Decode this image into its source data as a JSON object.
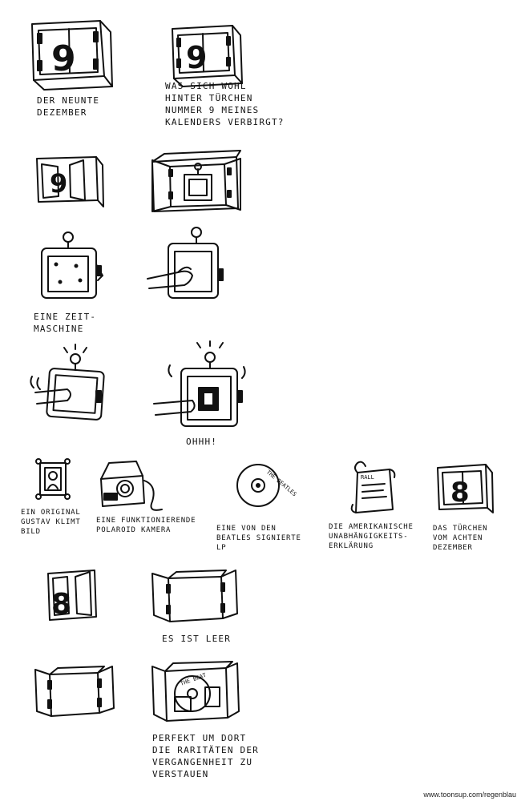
{
  "captions": {
    "p1": "DER NEUNTE\nDEZEMBER",
    "p2": "WAS SICH WOHL\nHINTER TÜRCHEN\nNUMMER 9 MEINES\nKALENDERS VERBIRGT?",
    "p5": "EINE ZEIT-\nMASCHINE",
    "p8": "OHHH!",
    "i1": "EIN ORIGINAL\nGUSTAV KLIMT\nBILD",
    "i2": "EINE FUNKTIONIERENDE\nPOLAROID KAMERA",
    "i3": "EINE VON DEN\nBEATLES SIGNIERTE\nLP",
    "i4": "DIE AMERIKANISCHE\nUNABHÄNGIGKEITS-\nERKLÄRUNG",
    "i5": "DAS TÜRCHEN\nVOM ACHTEN\nDEZEMBER",
    "p10": "ES IST LEER",
    "p12": "PERFEKT UM DORT\nDIE RARITÄTEN DER\nVERGANGENHEIT ZU\nVERSTAUEN"
  },
  "drawings": {
    "door_number_9": "9",
    "door_number_8": "8",
    "lp_label": "THE BEATLES",
    "scroll_text": "RALL",
    "box_lp_label": "THE BEAT"
  },
  "credit": "www.toonsup.com/regenblau"
}
